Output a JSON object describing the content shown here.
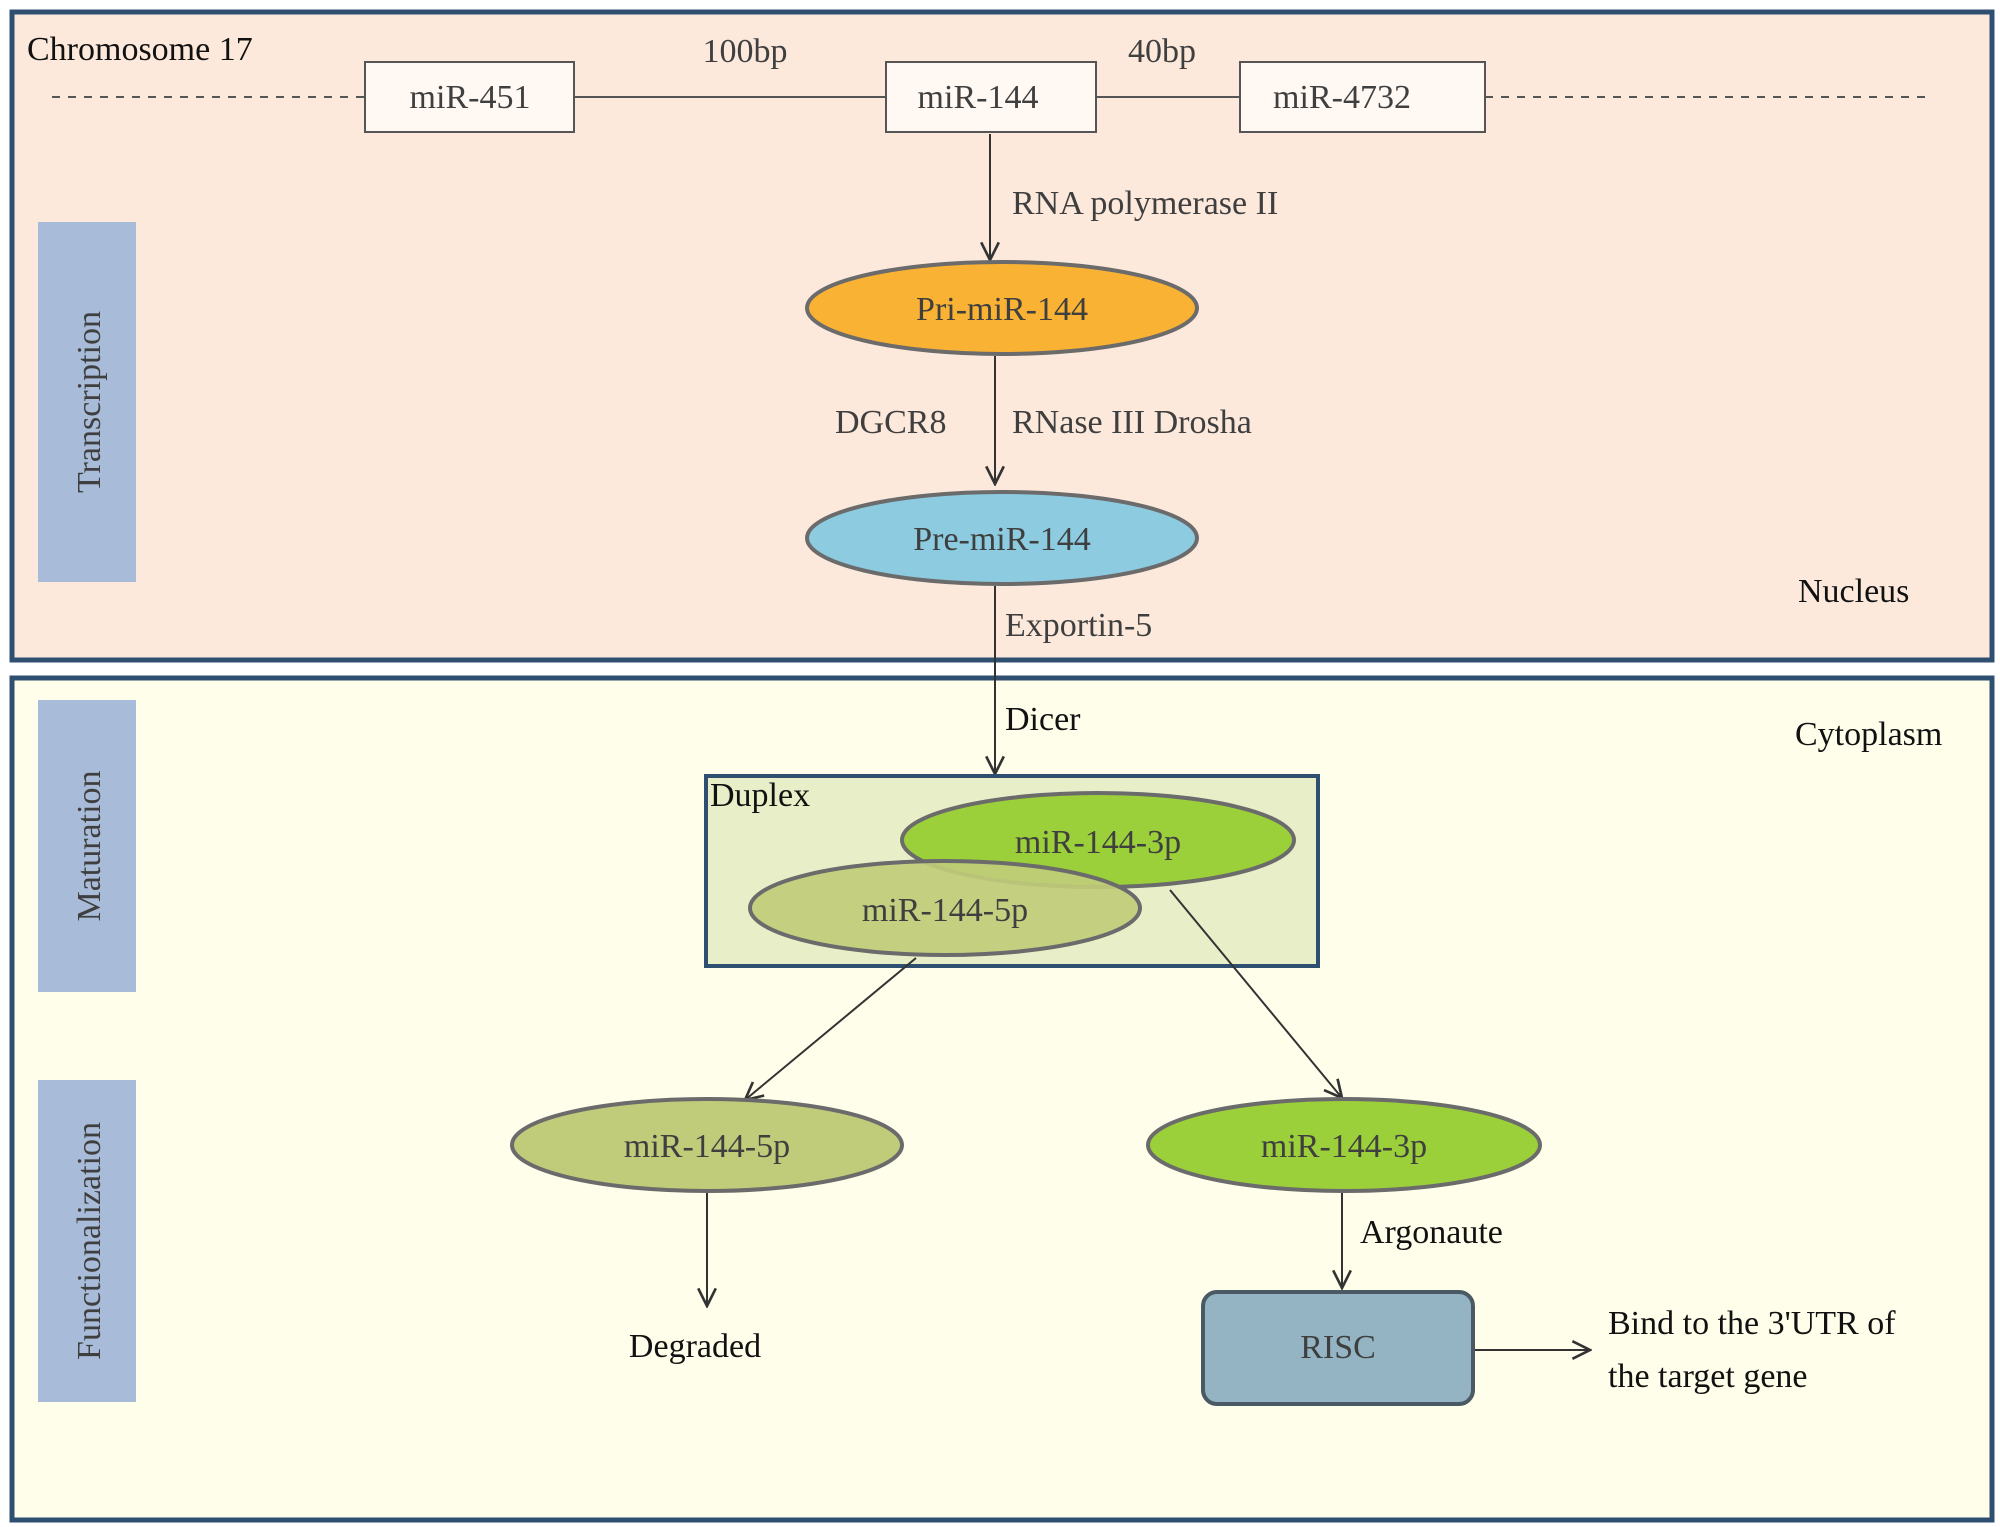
{
  "chromosome": {
    "title": "Chromosome  17",
    "genes": [
      "miR-451",
      "miR-144",
      "miR-4732"
    ],
    "spacing": [
      "100bp",
      "40bp"
    ]
  },
  "compartments": {
    "nucleus": "Nucleus",
    "cytoplasm": "Cytoplasm"
  },
  "stages": {
    "transcription": "Transcription",
    "maturation": "Maturation",
    "functionalization": "Functionalization"
  },
  "steps": {
    "rna_polymerase": "RNA polymerase  II",
    "pri": "Pri-miR-144",
    "dgcr8": "DGCR8",
    "drosha": "RNase III Drosha",
    "pre": "Pre-miR-144",
    "exportin": "Exportin-5",
    "dicer": "Dicer",
    "duplex": "Duplex",
    "duplex_3p": "miR-144-3p",
    "duplex_5p": "miR-144-5p",
    "out_5p": "miR-144-5p",
    "out_3p": "miR-144-3p",
    "degraded": "Degraded",
    "argonaute": "Argonaute",
    "risc": "RISC",
    "bind_line1": "Bind to the 3'UTR of",
    "bind_line2": "the target gene"
  },
  "colors": {
    "nucleus_bg": "#fce9dc",
    "cytoplasm_bg": "#fffeea",
    "frame": "#2f4f70",
    "stage_tab": "#a8bcd9",
    "pri": "#f9b233",
    "pre": "#8ccbe0",
    "green_3p": "#9bd03a",
    "green_5p": "#c0cc7a",
    "duplex_bg": "#e8efc8",
    "risc": "#94b4c4"
  }
}
